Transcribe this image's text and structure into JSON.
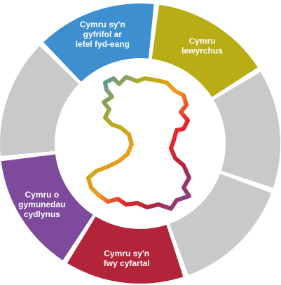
{
  "segments": [
    {
      "id": "globally-responsible",
      "lines": [
        "Cymru sy'n",
        "gyfrifol ar",
        "lefel fyd-eang"
      ],
      "color": "#3d8fcf"
    },
    {
      "id": "prosperous",
      "lines": [
        "Cymru",
        "lewyrchus"
      ],
      "color": "#b9ad16"
    },
    {
      "id": "blank-right-upper",
      "lines": [],
      "color": "#c9c9c9"
    },
    {
      "id": "blank-right-lower",
      "lines": [],
      "color": "#c9c9c9"
    },
    {
      "id": "more-equal",
      "lines": [
        "Cymru sy'n",
        "fwy cyfartal"
      ],
      "color": "#b22439"
    },
    {
      "id": "cohesive-communities",
      "lines": [
        "Cymru o",
        "gymunedau",
        "cydlynus"
      ],
      "color": "#7d4a9c"
    },
    {
      "id": "blank-left",
      "lines": [],
      "color": "#c9c9c9"
    }
  ],
  "center": {
    "map_colors": [
      "#3d8fcf",
      "#b9ad16",
      "#f29a21",
      "#e3262b",
      "#b22439",
      "#7d4a9c"
    ]
  }
}
